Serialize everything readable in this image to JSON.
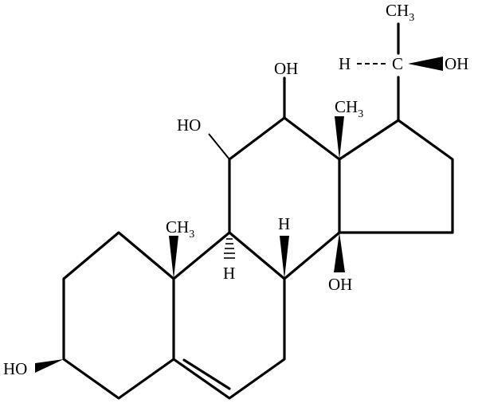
{
  "molecule": {
    "labels": {
      "ch3_side_chain": "CH",
      "ch3_side_chain_sub": "3",
      "c20_h": "H",
      "c20_c": "C",
      "c20_oh": "OH",
      "oh_c12": "OH",
      "oh_c11": "HO",
      "ch3_c18": "CH",
      "ch3_c18_sub": "3",
      "ch3_c19": "CH",
      "ch3_c19_sub": "3",
      "h_c8": "H",
      "h_c9": "H",
      "oh_c14": "OH",
      "oh_c3": "HO"
    }
  }
}
